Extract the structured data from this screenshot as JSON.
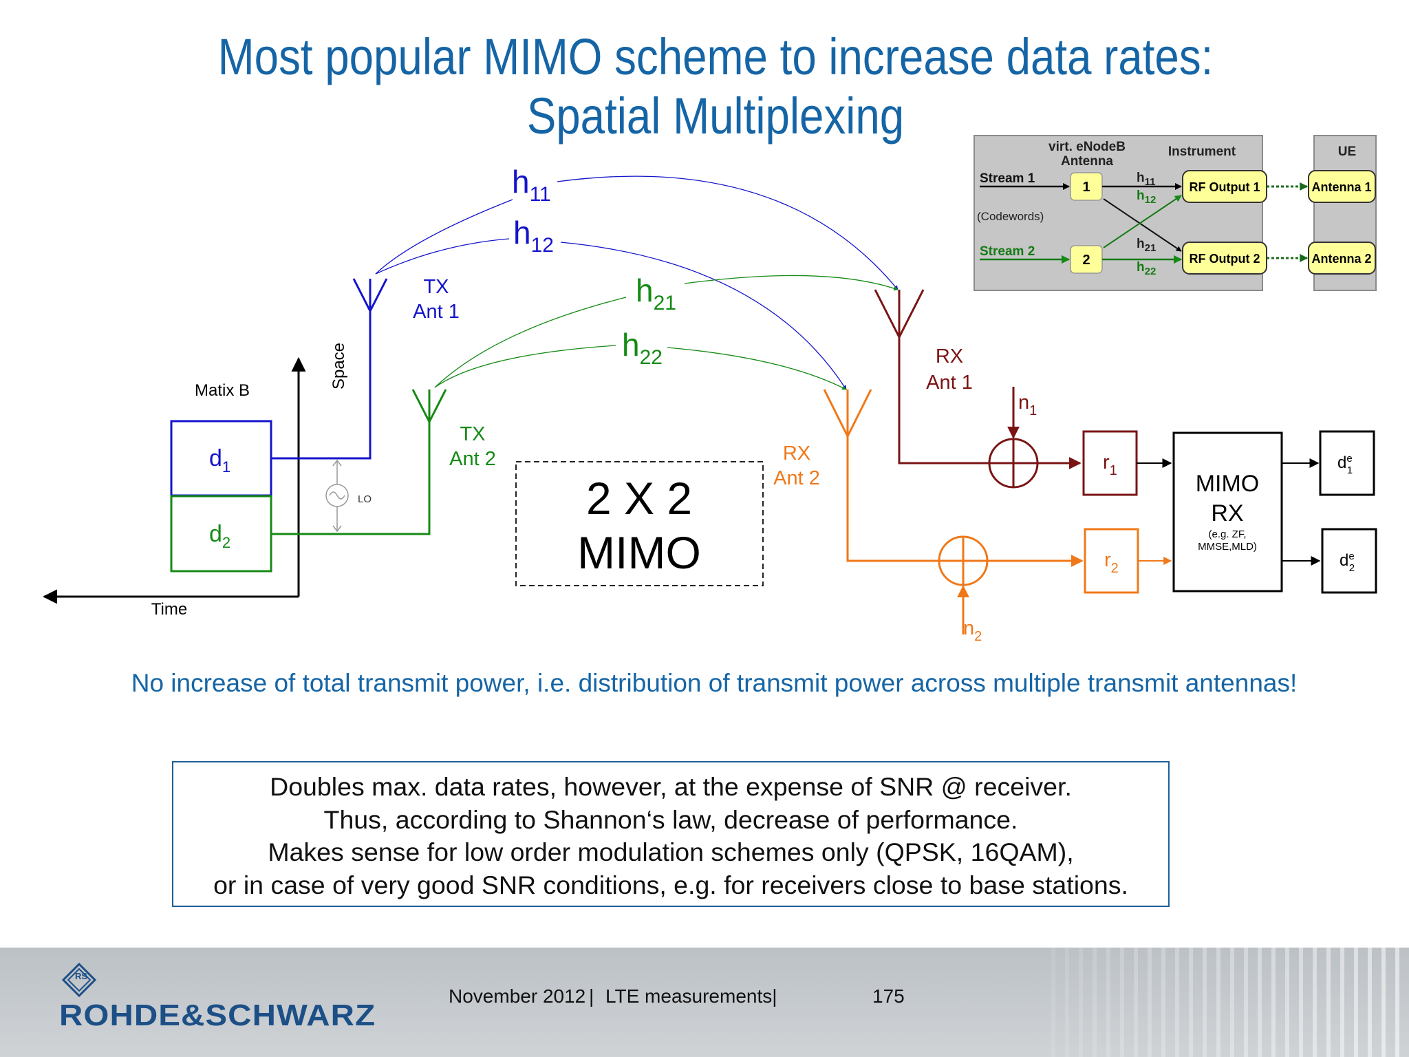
{
  "slide": {
    "title_line1": "Most popular MIMO scheme to increase data rates:",
    "title_line2": "Spatial Multiplexing",
    "note": "No increase of total transmit power, i.e. distribution of transmit power across multiple transmit antennas!",
    "box_lines": [
      "Doubles max. data rates, however, at the expense of SNR @ receiver.",
      "Thus, according to Shannon‘s law, decrease of performance.",
      "Makes sense for low order modulation schemes only (QPSK, 16QAM),",
      "or in case of very good SNR conditions, e.g. for receivers close to base stations."
    ]
  },
  "diagram": {
    "matrix_label": "Matix B",
    "axis_space": "Space",
    "axis_time": "Time",
    "lo_label": "LO",
    "d1": "d",
    "d1_sub": "1",
    "d2": "d",
    "d2_sub": "2",
    "tx1_l1": "TX",
    "tx1_l2": "Ant 1",
    "tx2_l1": "TX",
    "tx2_l2": "Ant 2",
    "rx1_l1": "RX",
    "rx1_l2": "Ant 1",
    "rx2_l1": "RX",
    "rx2_l2": "Ant 2",
    "mimo_big_l1": "2 X 2",
    "mimo_big_l2": "MIMO",
    "h": "h",
    "h11_sub": "11",
    "h12_sub": "12",
    "h21_sub": "21",
    "h22_sub": "22",
    "n": "n",
    "n1_sub": "1",
    "n2_sub": "2",
    "r": "r",
    "r1_sub": "1",
    "r2_sub": "2",
    "mimo_rx_l1": "MIMO",
    "mimo_rx_l2": "RX",
    "mimo_rx_l3": "(e.g. ZF,",
    "mimo_rx_l4": "MMSE,MLD)",
    "de": "d",
    "de_sup": "e",
    "de1_sub": "1",
    "de2_sub": "2"
  },
  "inset": {
    "col_virt_l1": "virt. eNodeB",
    "col_virt_l2": "Antenna",
    "col_instrument": "Instrument",
    "col_ue": "UE",
    "stream1": "Stream 1",
    "stream2": "Stream 2",
    "codewords": "(Codewords)",
    "port1": "1",
    "port2": "2",
    "h": "h",
    "h11_sub": "11",
    "h12_sub": "12",
    "h21_sub": "21",
    "h22_sub": "22",
    "rf1": "RF Output 1",
    "rf2": "RF Output 2",
    "ant1": "Antenna 1",
    "ant2": "Antenna 2"
  },
  "footer": {
    "brand": "ROHDE&SCHWARZ",
    "logo_letters": "RS",
    "date": "November 2012",
    "separator": "|",
    "topic": "LTE measurements|",
    "page": "175"
  },
  "colors": {
    "title": "#1565a6",
    "tx1": "#1414cc",
    "tx2": "#158a15",
    "rx1": "#7a1414",
    "rx2": "#f07818",
    "brand": "#1d4f87"
  }
}
